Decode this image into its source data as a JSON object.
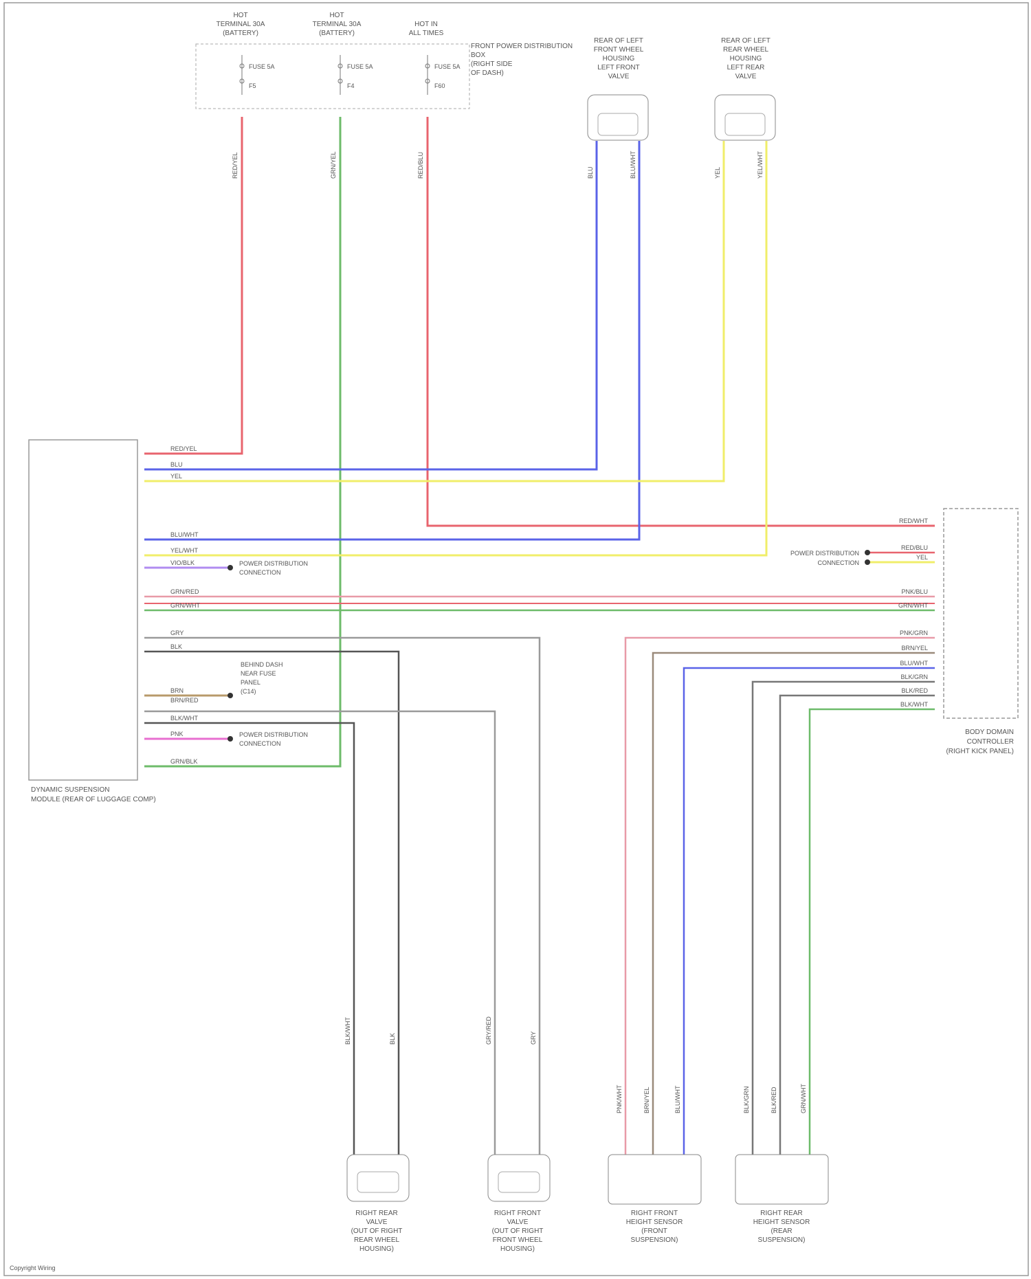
{
  "top_connectors": {
    "c1": {
      "lines": [
        "HOT",
        "TERMINAL 30A",
        "(BATTERY)"
      ],
      "fuse": "FUSE 5A",
      "id": "F5"
    },
    "c2": {
      "lines": [
        "HOT",
        "TERMINAL 30A",
        "(BATTERY)"
      ],
      "fuse": "FUSE 5A",
      "id": "F4"
    },
    "c3": {
      "lines": [
        "HOT IN",
        "ALL TIMES"
      ],
      "fuse": "FUSE 5A",
      "id": "F60"
    }
  },
  "fuse_box_label": [
    "FRONT POWER DISTRIBUTION",
    "BOX",
    "(RIGHT SIDE",
    "OF DASH)"
  ],
  "top_valves": {
    "left": [
      "REAR OF LEFT",
      "FRONT WHEEL",
      "HOUSING",
      "LEFT FRONT",
      "VALVE"
    ],
    "right": [
      "REAR OF LEFT",
      "REAR WHEEL",
      "HOUSING",
      "LEFT REAR",
      "VALVE"
    ]
  },
  "left_module": {
    "label": [
      "DYNAMIC SUSPENSION",
      "MODULE (REAR OF LUGGAGE COMP)"
    ]
  },
  "right_module": {
    "label": [
      "BODY DOMAIN",
      "CONTROLLER",
      "(RIGHT KICK PANEL)"
    ]
  },
  "ground_labels": {
    "g1": [
      "POWER DISTRIBUTION",
      "CONNECTION"
    ],
    "g2": [
      "POWER DISTRIBUTION",
      "CONNECTION"
    ],
    "g3": [
      "POWER DISTRIBUTION",
      "CONNECTION"
    ],
    "g4": [
      "BEHIND DASH",
      "NEAR FUSE",
      "PANEL",
      "(C14)"
    ]
  },
  "bottom_components": {
    "b1": [
      "RIGHT REAR",
      "VALVE",
      "(OUT OF RIGHT",
      "REAR WHEEL",
      "HOUSING)"
    ],
    "b2": [
      "RIGHT FRONT",
      "VALVE",
      "(OUT OF RIGHT",
      "FRONT WHEEL",
      "HOUSING)"
    ],
    "b3": [
      "RIGHT FRONT",
      "HEIGHT SENSOR",
      "(FRONT",
      "SUSPENSION)"
    ],
    "b4": [
      "RIGHT REAR",
      "HEIGHT SENSOR",
      "(REAR",
      "SUSPENSION)"
    ]
  },
  "footer": "Copyright Wiring",
  "wire_labels": {
    "red_top": "RED/YEL",
    "green_top": "GRN/YEL",
    "red2_top": "RED/BLU",
    "left_blu": "BLU",
    "left_yel": "YEL",
    "left_bluwht": "BLU/WHT",
    "left_yelwht": "YEL/WHT",
    "left_vio": "VIO/BLK",
    "left_grnred": "GRN/RED",
    "left_grnwht": "GRN/WHT",
    "left_gry": "GRY",
    "left_blk": "BLK",
    "left_brn": "BRN",
    "left_brnred": "BRN/RED",
    "left_blkwht": "BLK/WHT",
    "left_pnk": "PNK",
    "left_grnblk": "GRN/BLK",
    "right_redwht": "RED/WHT",
    "right_redblu": "RED/BLU",
    "right_yel": "YEL",
    "right_pnkblu": "PNK/BLU",
    "right_grnwht": "GRN/WHT",
    "right_pnkgrn": "PNK/GRN",
    "right_pnkwht": "PNK/WHT",
    "right_brnyel": "BRN/YEL",
    "right_bluwht": "BLU/WHT",
    "right_blkgrn": "BLK/GRN",
    "right_blkred": "BLK/RED",
    "right_blkwht": "BLK/WHT",
    "valve_blu": "BLU",
    "valve_bluwht": "BLU/WHT",
    "valve_yel": "YEL",
    "valve_yelwht": "YEL/WHT",
    "bot_blkwht": "BLK/WHT",
    "bot_blk": "BLK",
    "bot_gryred": "GRY/RED",
    "bot_gry": "GRY",
    "sens_pnk": "PNK/WHT",
    "sens_brn": "BRN/YEL",
    "sens_blu": "BLU/WHT",
    "sens_blk": "BLK/GRN",
    "sens_blkred": "BLK/RED",
    "sens_grn": "GRN/WHT"
  },
  "colors": {
    "red": "#e8646e",
    "blue": "#5a63e8",
    "yellow": "#f0ee6a",
    "green": "#6dbb6a",
    "pink": "#e86fd0",
    "violet": "#b08cf0",
    "gray": "#9a9a9a",
    "black": "#555555",
    "pinkline": "#e89aa8"
  }
}
